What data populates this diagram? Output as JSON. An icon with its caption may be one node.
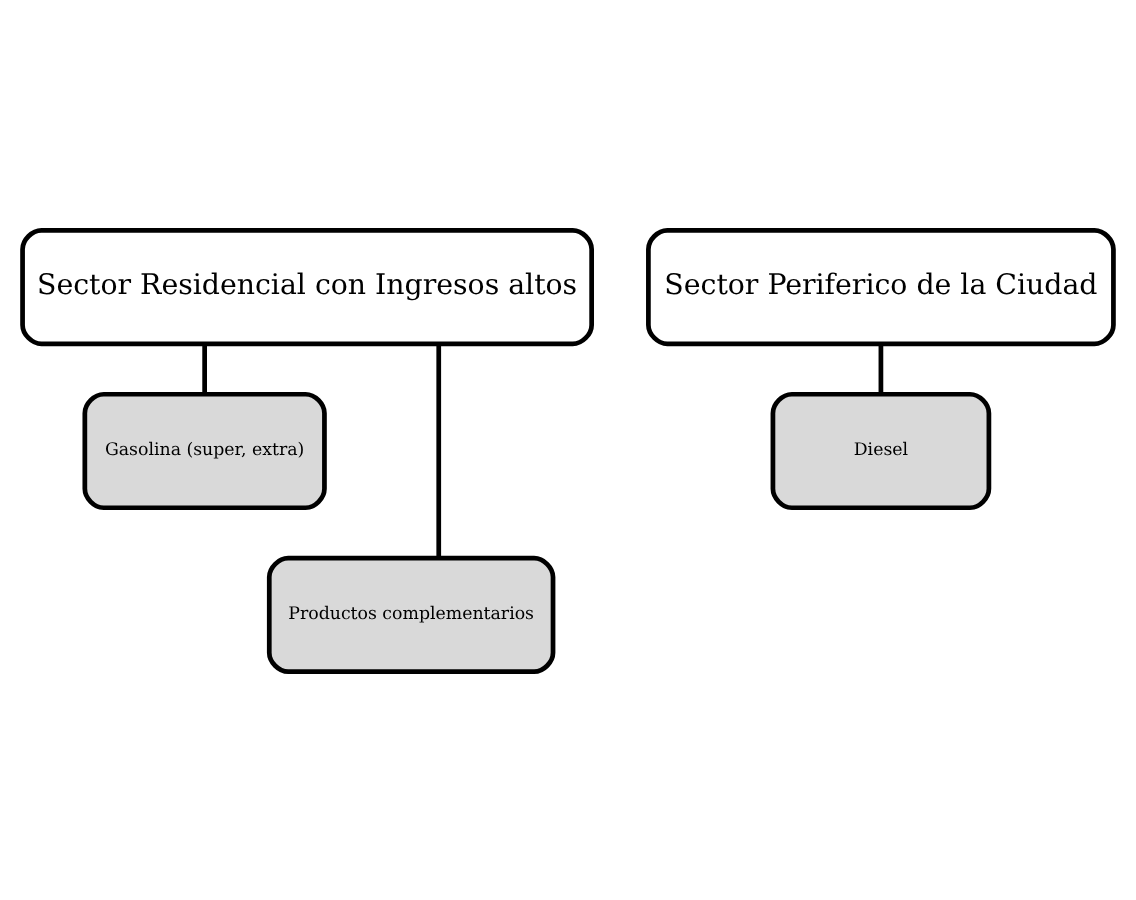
{
  "diagram": {
    "nodes": [
      {
        "text": [
          "Sector Residencial con Ingresos altos"
        ]
      },
      {
        "text": [
          "Gasolina (super, extra)"
        ]
      },
      {
        "text": [
          "Productos complementarios"
        ]
      },
      {
        "text": [
          "Sector Periferico de la Ciudad"
        ]
      },
      {
        "text": [
          "Diesel"
        ]
      }
    ],
    "edges": [
      {
        "from": 0,
        "to": 1,
        "arrow": "none"
      },
      {
        "from": 0,
        "to": 2,
        "arrow": "none"
      },
      {
        "from": 3,
        "to": 4,
        "arrow": "none"
      }
    ]
  }
}
